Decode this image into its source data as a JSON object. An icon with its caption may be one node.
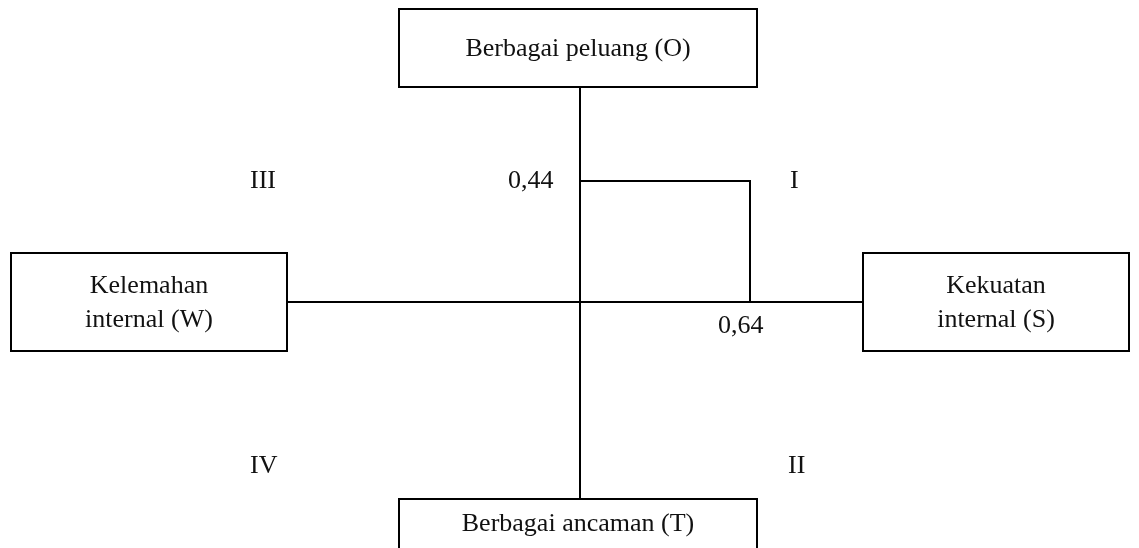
{
  "diagram": {
    "nodes": [
      {
        "text": [
          "Berbagai peluang (O)"
        ]
      },
      {
        "text": [
          "Kelemahan internal (W)"
        ]
      },
      {
        "text": [
          "Kekuatan internal (S)"
        ]
      },
      {
        "text": [
          "Berbagai ancaman (T)"
        ]
      }
    ],
    "edges": [
      {
        "from": 0,
        "to": 3,
        "arrow": "none"
      },
      {
        "from": 1,
        "to": 2,
        "arrow": "none"
      }
    ],
    "labels": [
      "III",
      "0,44",
      "I",
      "0,64",
      "IV",
      "II"
    ]
  }
}
